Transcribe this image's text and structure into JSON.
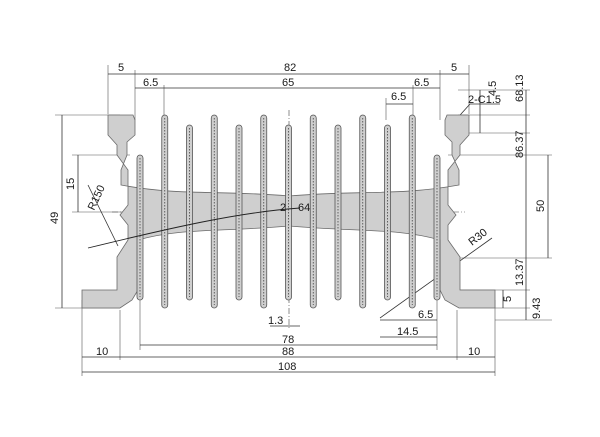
{
  "drawing": {
    "title": "",
    "colors": {
      "profile": "#cfcfcf",
      "outline": "#6a6a6a",
      "ink": "#1a1a1a"
    }
  },
  "dims": {
    "top": {
      "left_step": "5",
      "overall": "82",
      "right_step": "5",
      "fin_span_left": "6.5",
      "fin_span": "65",
      "fin_span_right": "6.5",
      "pitch": "6.5"
    },
    "chamfer": "2-C1.5",
    "right": {
      "d45": "4.5",
      "d68": "68.13",
      "d86": "86.37",
      "height": "50",
      "d13": "13.37",
      "d5": "5",
      "d943": "9.43"
    },
    "left": {
      "height": "49",
      "d15": "15",
      "radius": "R150"
    },
    "center": {
      "fin": "2",
      "pitch64": "64"
    },
    "r30": "R30",
    "bottom": {
      "fin_thick": "1.3",
      "base_span": "78",
      "inner": "88",
      "flange_left": "10",
      "flange_right": "10",
      "overall": "108",
      "tip": "6.5",
      "foot": "14.5"
    }
  }
}
